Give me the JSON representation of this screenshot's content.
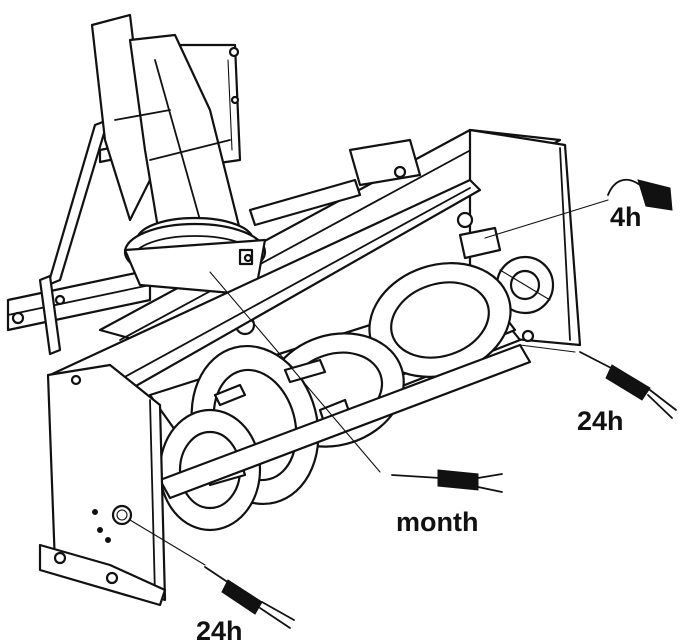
{
  "labels": {
    "top_right": "4h",
    "right": "24h",
    "center": "month",
    "bottom": "24h"
  },
  "icons": {
    "grease_fitting": "grease-gun-icon",
    "oil_can": "oil-can-icon"
  },
  "colors": {
    "ink": "#111111",
    "background": "#ffffff"
  }
}
